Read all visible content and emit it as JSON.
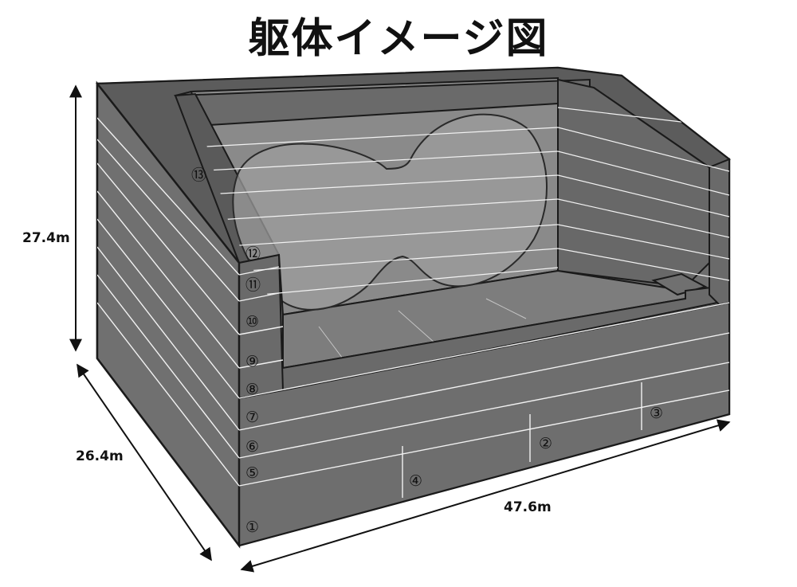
{
  "title": "躯体イメージ図",
  "dimensions": {
    "height": "27.4m",
    "depth": "26.4m",
    "width": "47.6m"
  },
  "level_labels": {
    "l1": "①",
    "l2": "②",
    "l3": "③",
    "l4": "④",
    "l5": "⑤",
    "l6": "⑥",
    "l7": "⑦",
    "l8": "⑧",
    "l9": "⑨",
    "l10": "⑩",
    "l11": "⑪",
    "l12": "⑫",
    "l13": "⑬"
  },
  "colors": {
    "body": "#6e6e6e",
    "inner_wall": "#5f5f5f",
    "floor": "#7a7a7a",
    "oval": "#9a9a9a",
    "lines": "#ffffff",
    "outline": "#1a1a1a"
  }
}
